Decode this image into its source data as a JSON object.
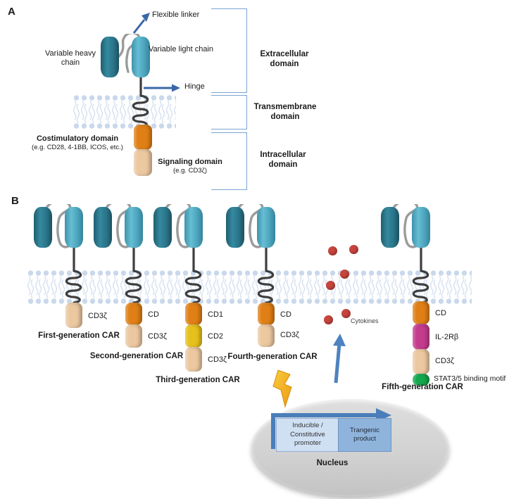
{
  "panelA": {
    "label": "A",
    "annotations": {
      "flexible_linker": "Flexible linker",
      "variable_heavy_chain": "Variable heavy chain",
      "variable_light_chain": "Variable light chain",
      "hinge": "Hinge",
      "costimulatory_title": "Costimulatory domain",
      "costimulatory_examples": "(e.g. CD28, 4-1BB, ICOS, etc.)",
      "signaling_title": "Signaling domain",
      "signaling_example": "(e.g. CD3ζ)"
    },
    "domains": [
      "Extracellular domain",
      "Transmembrane domain",
      "Intracellular domain"
    ]
  },
  "panelB": {
    "label": "B",
    "cytokines_label": "Cytokines",
    "nucleus_label": "Nucleus",
    "promoter_box": "Inducible / Constitutive promoter",
    "transgene_box": "Trangenic product",
    "cars": [
      {
        "name": "First-generation CAR",
        "segments": [
          {
            "label": "CD3ζ",
            "color": "#ecc8a0"
          }
        ]
      },
      {
        "name": "Second-generation CAR",
        "segments": [
          {
            "label": "CD",
            "color": "#e07f15"
          },
          {
            "label": "CD3ζ",
            "color": "#ecc8a0"
          }
        ]
      },
      {
        "name": "Third-generation CAR",
        "segments": [
          {
            "label": "CD1",
            "color": "#e07f15"
          },
          {
            "label": "CD2",
            "color": "#e6c11c"
          },
          {
            "label": "CD3ζ",
            "color": "#ecc8a0"
          }
        ]
      },
      {
        "name": "Fourth-generation CAR",
        "segments": [
          {
            "label": "CD",
            "color": "#e07f15"
          },
          {
            "label": "CD3ζ",
            "color": "#ecc8a0"
          }
        ]
      },
      {
        "name": "Fifth-generation CAR",
        "segments": [
          {
            "label": "CD",
            "color": "#e07f15"
          },
          {
            "label": "IL-2Rβ",
            "color": "#c43b8e"
          },
          {
            "label": "CD3ζ",
            "color": "#ecc8a0"
          },
          {
            "label": "STAT3/5 binding motif",
            "color": "#14a84d"
          }
        ]
      }
    ]
  },
  "colors": {
    "scFv_heavy": "#2b7487",
    "scFv_light": "#4ba6bf",
    "linker_gray": "#9b9b9b",
    "stalk_dark": "#3e3e3e",
    "membrane_head": "#c9d8ec",
    "orange_domain": "#e07f15",
    "tan_domain": "#ecc8a0",
    "cytokine": "#c8453e",
    "release_arrow_blue": "#4e82c0",
    "annotation_arrow_blue": "#3a67a8",
    "bracket_blue": "#7ba3d4",
    "lightning_yellow": "#f5b81f",
    "nucleus_gray": "#d2d2d2",
    "promoter_box_bg": "#cfe0f3",
    "transgene_box_bg": "#8fb4dc"
  }
}
